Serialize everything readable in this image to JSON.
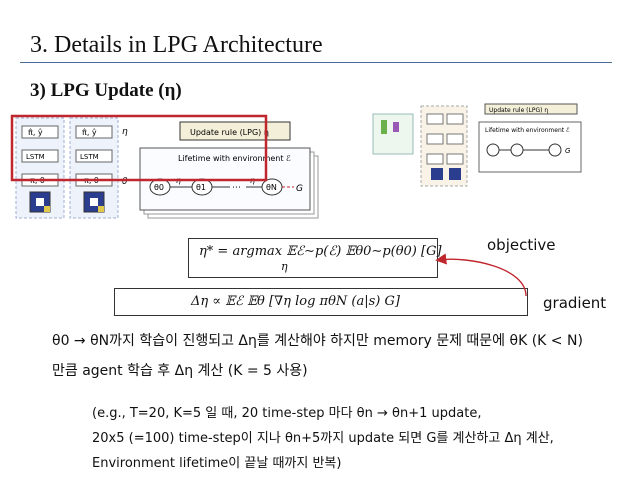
{
  "slide": {
    "title": "3. Details in LPG Architecture",
    "subtitle": "3) LPG Update (η)"
  },
  "figure_left": {
    "update_rule_label": "Update rule (LPG) η",
    "lifetime_label": "Lifetime with environment ℰ",
    "lstm_label": "LSTM",
    "theta0": "θ0",
    "theta1": "θ1",
    "thetaN": "θN",
    "eta": "η",
    "g": "G",
    "dots": "⋯",
    "pi_theta": "π, θ",
    "pi_y": "π̂, ŷ"
  },
  "figure_right": {
    "update_rule_label": "Update rule (LPG) η",
    "lifetime_label": "Lifetime with environment ℰ"
  },
  "equations": {
    "eta_star": "η* = argmax 𝔼ℰ∼p(ℰ) 𝔼θ0∼p(θ0) [G]",
    "eta_star_sub": "η",
    "delta_eta": "Δη ∝ 𝔼ℰ 𝔼θ [∇η log πθN (a|s) G]"
  },
  "labels": {
    "objective": "objective",
    "gradient": "gradient"
  },
  "body": {
    "line1": "θ0  → θN까지 학습이 진행되고 Δη를 계산해야 하지만 memory 문제 때문에 θK (K < N)",
    "line2": "만큼  agent 학습 후 Δη 계산 (K = 5 사용)",
    "line3": "(e.g., T=20, K=5 일 때, 20 time-step 마다 θn → θn+1 update,",
    "line4": "20x5 (=100) time-step이 지나 θn+5까지 update 되면 G를 계산하고 Δη 계산,",
    "line5": "Environment lifetime이 끝날 때까지 반복)"
  },
  "colors": {
    "highlight_box": "#c0262d",
    "arrow": "#c0262d",
    "rule": "#4a6a96"
  }
}
